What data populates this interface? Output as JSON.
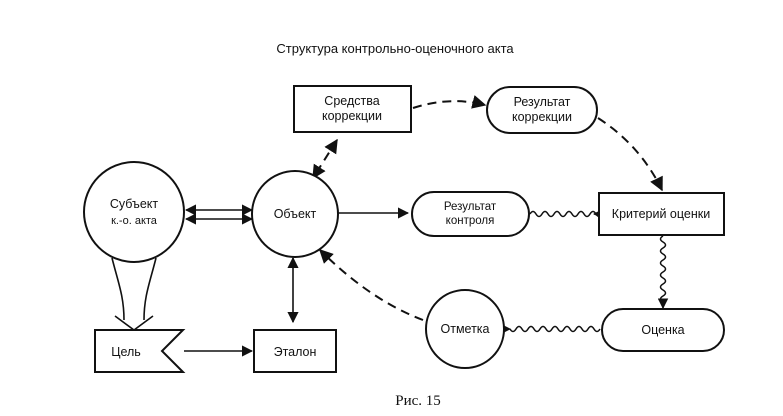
{
  "title": "Структура контрольно-оценочного акта",
  "caption": "Рис. 15",
  "nodes": {
    "subject": [
      "Субъект",
      "к.-о. акта"
    ],
    "object": [
      "Объект"
    ],
    "goal": [
      "Цель"
    ],
    "standard": [
      "Эталон"
    ],
    "correction_means": [
      "Средства",
      "коррекции"
    ],
    "correction_result": [
      "Результат",
      "коррекции"
    ],
    "control_result": [
      "Результат",
      "контроля"
    ],
    "criterion": [
      "Критерий оценки"
    ],
    "assessment": [
      "Оценка"
    ],
    "mark": [
      "Отметка"
    ]
  }
}
